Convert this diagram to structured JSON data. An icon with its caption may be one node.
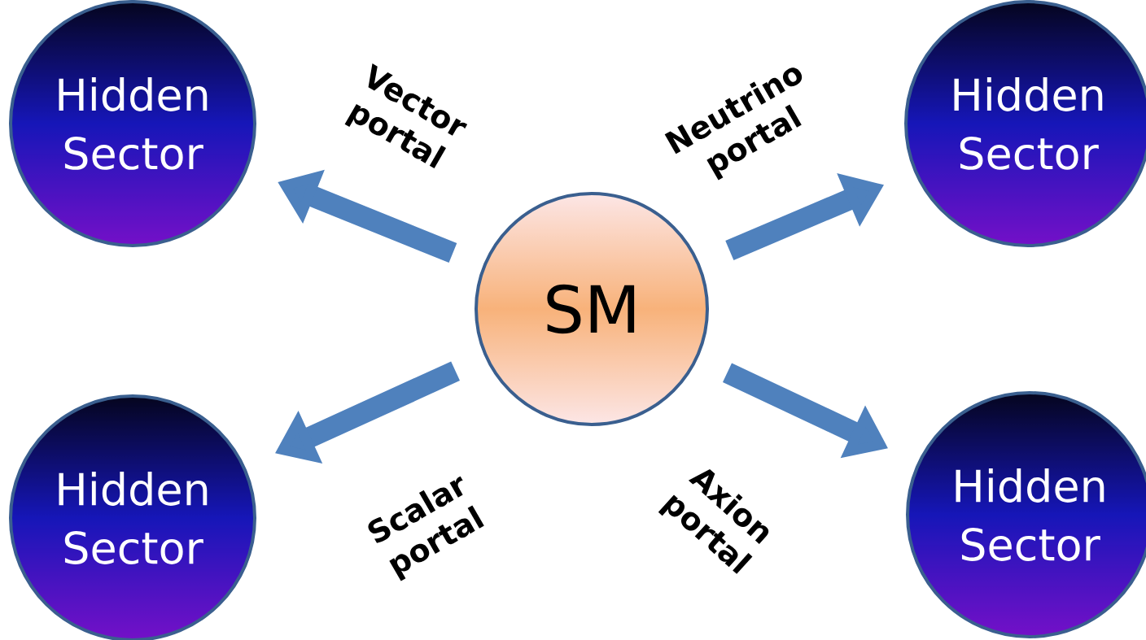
{
  "diagram": {
    "nodes": [
      {
        "text": [
          "SM"
        ]
      },
      {
        "text": [
          "Hidden Sector"
        ]
      },
      {
        "text": [
          "Hidden Sector"
        ]
      },
      {
        "text": [
          "Hidden Sector"
        ]
      },
      {
        "text": [
          "Hidden Sector"
        ]
      }
    ],
    "edges": [
      {
        "from": 0,
        "to": 1,
        "arrow": "to",
        "label": "Vector portal"
      },
      {
        "from": 0,
        "to": 2,
        "arrow": "to",
        "label": "Neutrino portal"
      },
      {
        "from": 0,
        "to": 3,
        "arrow": "to",
        "label": "Scalar portal"
      },
      {
        "from": 0,
        "to": 4,
        "arrow": "to",
        "label": "Axion portal"
      }
    ]
  }
}
